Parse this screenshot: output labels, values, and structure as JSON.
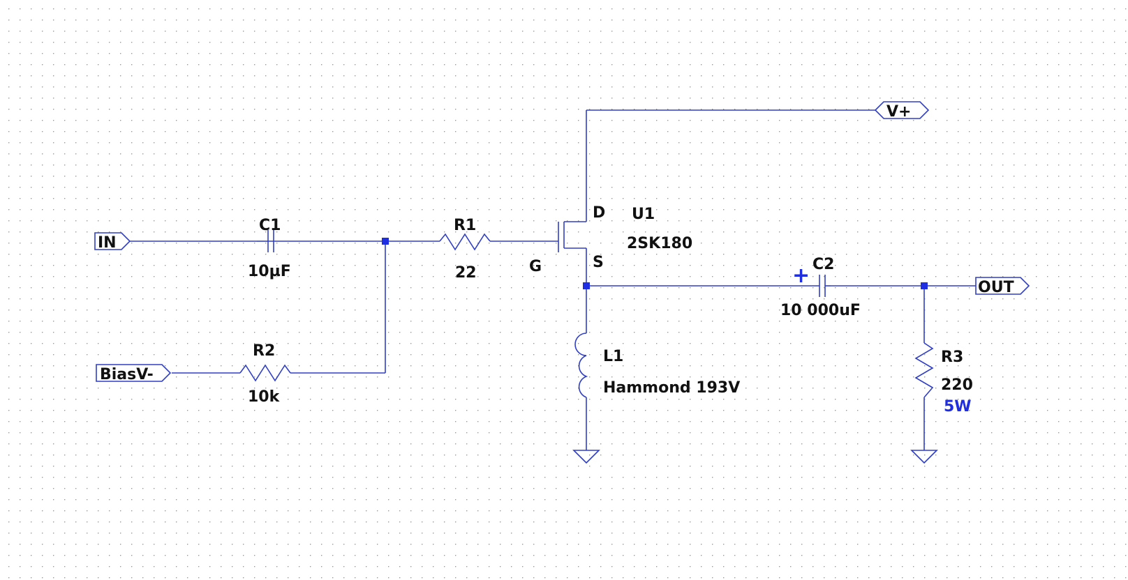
{
  "colors": {
    "wire": "#2f3ec7",
    "junction": "#1f2ee0",
    "text": "#111111",
    "accent_text": "#1f2ee0",
    "grid_dot": "#9a9a9a",
    "background": "#ffffff"
  },
  "flags": {
    "in": "IN",
    "bias": "BiasV-",
    "vplus": "V+",
    "out": "OUT"
  },
  "components": {
    "c1": {
      "ref": "C1",
      "value": "10µF"
    },
    "r1": {
      "ref": "R1",
      "value": "22"
    },
    "r2": {
      "ref": "R2",
      "value": "10k"
    },
    "u1": {
      "ref": "U1",
      "model": "2SK180",
      "pin_d": "D",
      "pin_g": "G",
      "pin_s": "S"
    },
    "c2": {
      "ref": "C2",
      "value": "10 000uF",
      "polarity": "+"
    },
    "l1": {
      "ref": "L1",
      "value": "Hammond 193V"
    },
    "r3": {
      "ref": "R3",
      "value": "220",
      "extra": "5W"
    }
  }
}
